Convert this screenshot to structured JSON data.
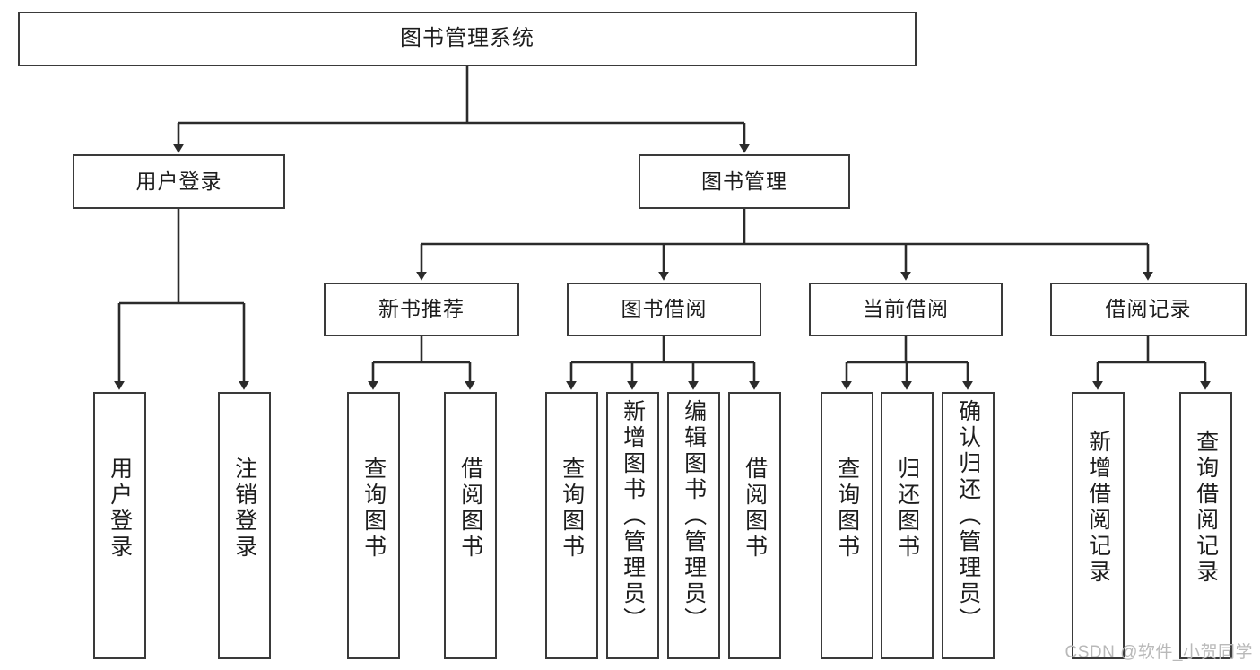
{
  "diagram": {
    "title": "图书管理系统",
    "type": "tree-hierarchy",
    "colors": {
      "box_border": "#3a3a3a",
      "box_fill": "#ffffff",
      "connector": "#2b2b2b",
      "text": "#1d1d1d",
      "watermark": "#b9b9b9"
    },
    "root": {
      "id": "root",
      "label": "图书管理系统"
    },
    "level1": [
      {
        "id": "user-login",
        "label": "用户登录"
      },
      {
        "id": "book-manage",
        "label": "图书管理"
      }
    ],
    "level2": [
      {
        "id": "new-book-rec",
        "label": "新书推荐",
        "parent": "book-manage"
      },
      {
        "id": "book-borrow",
        "label": "图书借阅",
        "parent": "book-manage"
      },
      {
        "id": "current-borrow",
        "label": "当前借阅",
        "parent": "book-manage"
      },
      {
        "id": "borrow-record",
        "label": "借阅记录",
        "parent": "book-manage"
      }
    ],
    "leaves": [
      {
        "id": "leaf-user-login",
        "label": "用户登录",
        "parent": "user-login"
      },
      {
        "id": "leaf-logout",
        "label": "注销登录",
        "parent": "user-login"
      },
      {
        "id": "leaf-query-book-1",
        "label": "查询图书",
        "parent": "new-book-rec"
      },
      {
        "id": "leaf-borrow-book-1",
        "label": "借阅图书",
        "parent": "new-book-rec"
      },
      {
        "id": "leaf-query-book-2",
        "label": "查询图书",
        "parent": "book-borrow"
      },
      {
        "id": "leaf-add-book",
        "label": "新增图书（管理员）",
        "parent": "book-borrow"
      },
      {
        "id": "leaf-edit-book",
        "label": "编辑图书（管理员）",
        "parent": "book-borrow"
      },
      {
        "id": "leaf-borrow-book-2",
        "label": "借阅图书",
        "parent": "book-borrow"
      },
      {
        "id": "leaf-query-book-3",
        "label": "查询图书",
        "parent": "current-borrow"
      },
      {
        "id": "leaf-return-book",
        "label": "归还图书",
        "parent": "current-borrow"
      },
      {
        "id": "leaf-confirm-return",
        "label": "确认归还（管理员）",
        "parent": "current-borrow"
      },
      {
        "id": "leaf-add-record",
        "label": "新增借阅记录",
        "parent": "borrow-record"
      },
      {
        "id": "leaf-query-record",
        "label": "查询借阅记录",
        "parent": "borrow-record"
      }
    ],
    "watermark": "CSDN @软件_小贺同学"
  }
}
